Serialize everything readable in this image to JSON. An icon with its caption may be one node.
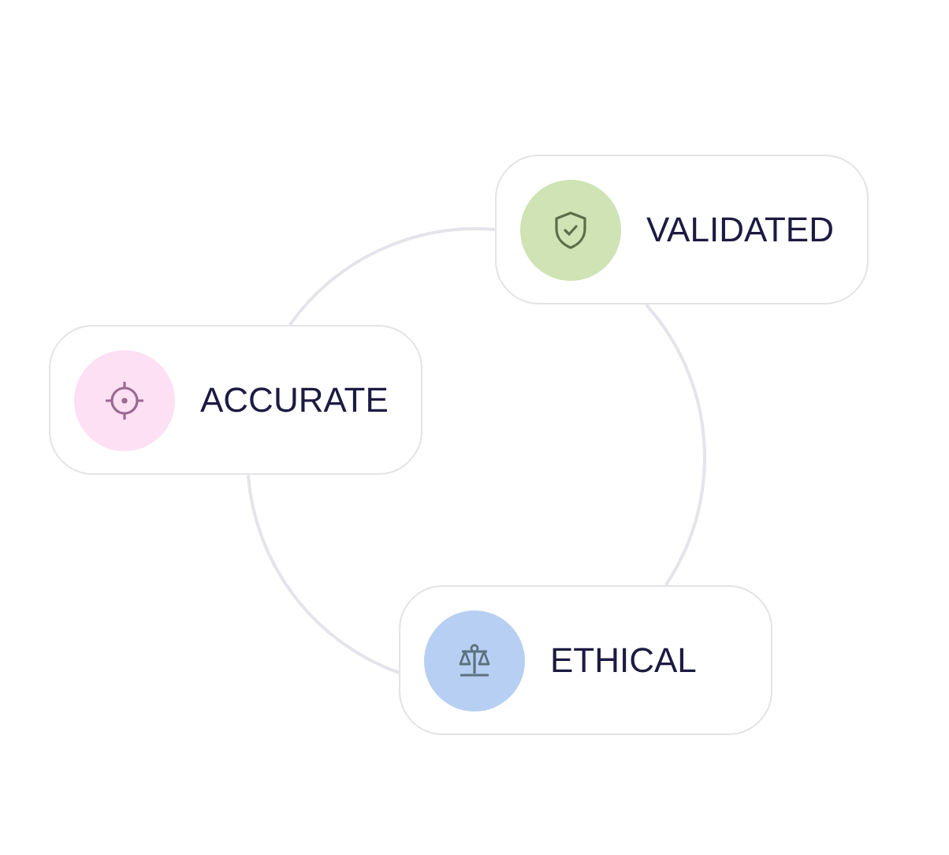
{
  "diagram": {
    "nodes": [
      {
        "text": [
          "VALIDATED"
        ]
      },
      {
        "text": [
          "ACCURATE"
        ]
      },
      {
        "text": [
          "ETHICAL"
        ]
      }
    ],
    "edges": [
      {
        "from": 1,
        "to": 0,
        "arrow": "none"
      },
      {
        "from": 0,
        "to": 2,
        "arrow": "none"
      },
      {
        "from": 2,
        "to": 1,
        "arrow": "none"
      }
    ]
  }
}
